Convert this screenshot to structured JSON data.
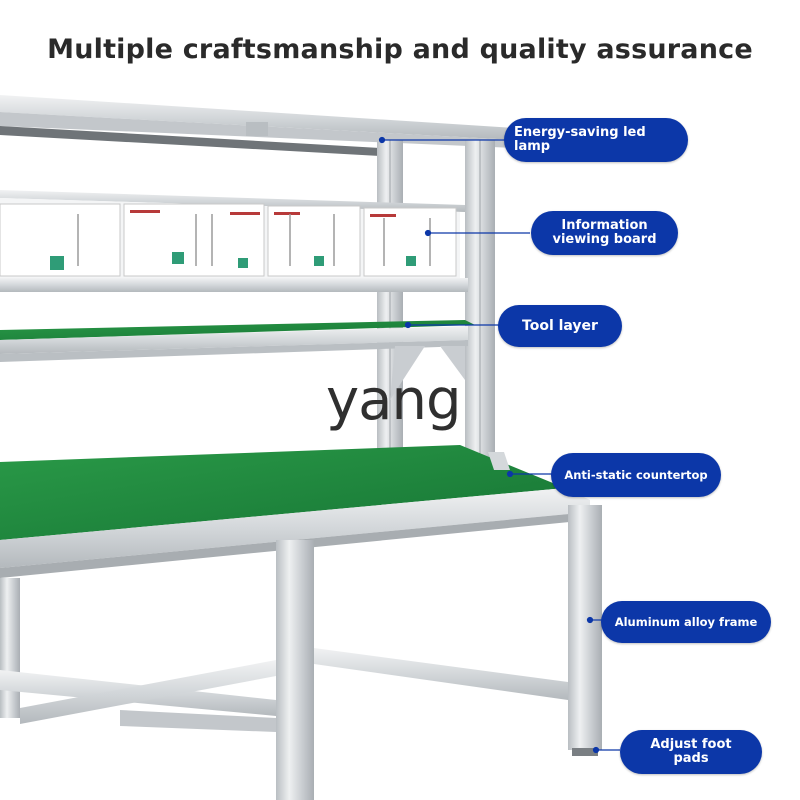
{
  "title": "Multiple craftsmanship and quality assurance",
  "watermark": "yang",
  "callouts": {
    "lamp": "Energy-saving led lamp",
    "board": "Information viewing board",
    "tool": "Tool layer",
    "countertop": "Anti-static countertop",
    "frame": "Aluminum alloy frame",
    "foot": "Adjust foot pads"
  },
  "colors": {
    "callout_bg": "#0c37a8",
    "countertop": "#1f8a3c",
    "aluminum": "#d9dde0"
  }
}
